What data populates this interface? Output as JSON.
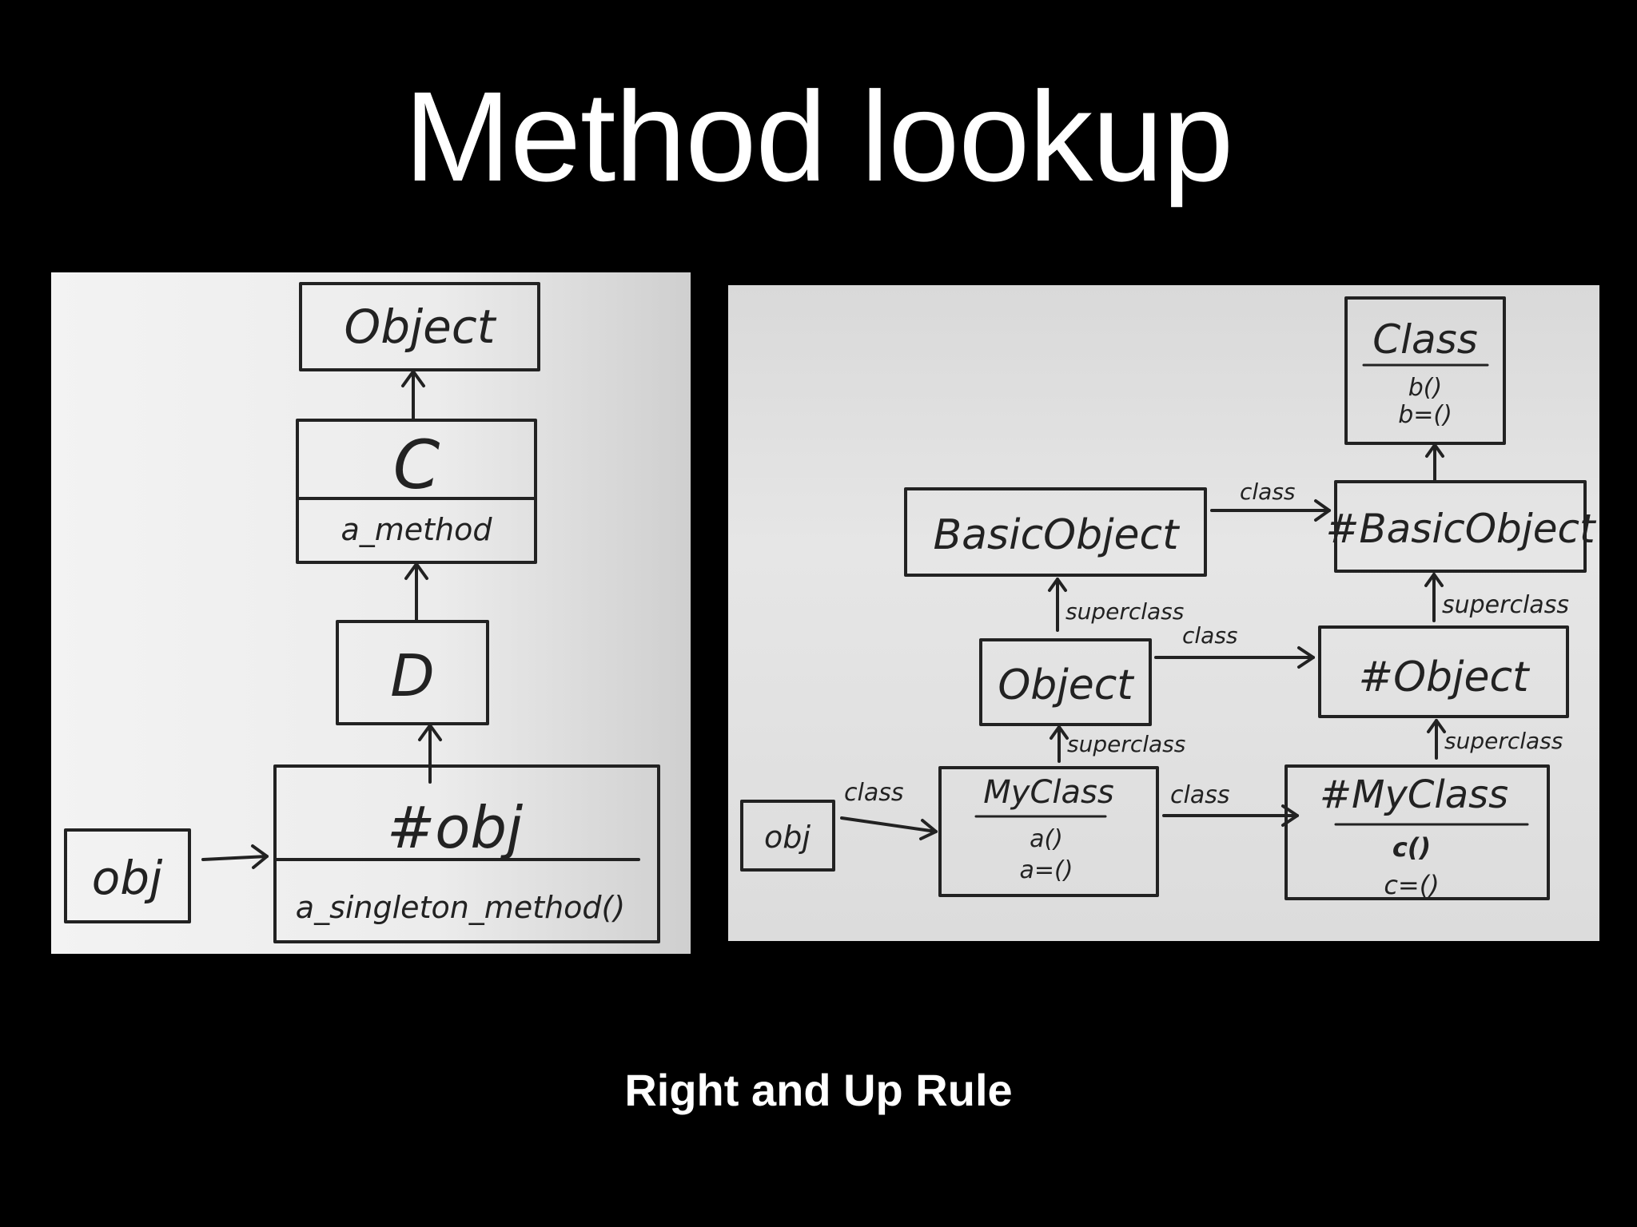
{
  "title": "Method lookup",
  "subtitle": "Right and Up Rule",
  "left_diagram": {
    "object_box": "Object",
    "c_box": {
      "name": "C",
      "method": "a_method"
    },
    "d_box": "D",
    "singleton_box": {
      "name": "#obj",
      "method": "a_singleton_method()"
    },
    "obj_box": "obj"
  },
  "right_diagram": {
    "class_box": {
      "name": "Class",
      "methods": [
        "b()",
        "b=()"
      ]
    },
    "basic_object_box": "BasicObject",
    "meta_basic_object_box": "#BasicObject",
    "object_box": "Object",
    "meta_object_box": "#Object",
    "myclass_box": {
      "name": "MyClass",
      "methods": [
        "a()",
        "a=()"
      ]
    },
    "meta_myclass_box": {
      "name": "#MyClass",
      "methods": [
        "c()",
        "c=()"
      ]
    },
    "obj_box": "obj",
    "labels": {
      "class": "class",
      "superclass": "superclass"
    }
  }
}
